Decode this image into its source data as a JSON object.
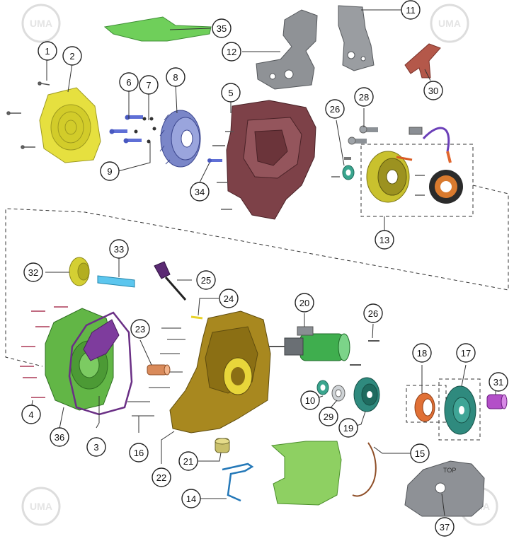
{
  "diagram": {
    "title": "",
    "watermark_text": "UMA",
    "top_label": "TOP",
    "colors": {
      "yellow": "#e3dc3a",
      "dark_red": "#7a3d43",
      "grey": "#8a8d91",
      "green": "#5dbb4a",
      "olive": "#a3861e",
      "teal": "#2f8a7e",
      "orange": "#d96a2a",
      "purple": "#7a3b8f",
      "cyan": "#3ab3e0",
      "magenta": "#b34fc8"
    },
    "callouts": [
      {
        "num": "1"
      },
      {
        "num": "2"
      },
      {
        "num": "3"
      },
      {
        "num": "4"
      },
      {
        "num": "5"
      },
      {
        "num": "6"
      },
      {
        "num": "7"
      },
      {
        "num": "8"
      },
      {
        "num": "9"
      },
      {
        "num": "10"
      },
      {
        "num": "11"
      },
      {
        "num": "12"
      },
      {
        "num": "13"
      },
      {
        "num": "14"
      },
      {
        "num": "15"
      },
      {
        "num": "16"
      },
      {
        "num": "17"
      },
      {
        "num": "18"
      },
      {
        "num": "19"
      },
      {
        "num": "20"
      },
      {
        "num": "21"
      },
      {
        "num": "22"
      },
      {
        "num": "23"
      },
      {
        "num": "24"
      },
      {
        "num": "25"
      },
      {
        "num": "26"
      },
      {
        "num": "26"
      },
      {
        "num": "28"
      },
      {
        "num": "29"
      },
      {
        "num": "30"
      },
      {
        "num": "31"
      },
      {
        "num": "32"
      },
      {
        "num": "33"
      },
      {
        "num": "34"
      },
      {
        "num": "35"
      },
      {
        "num": "36"
      },
      {
        "num": "37"
      }
    ]
  }
}
